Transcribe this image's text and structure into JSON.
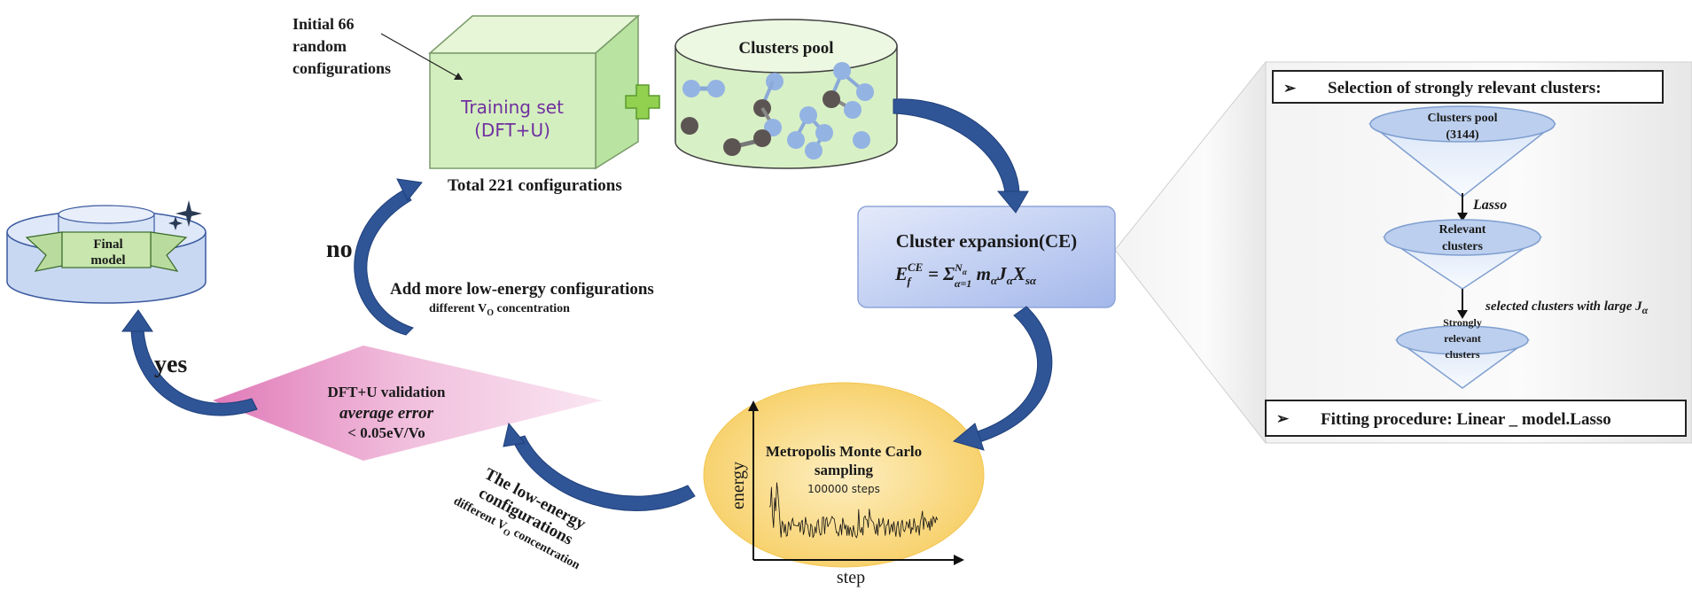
{
  "colors": {
    "box_green": "#d7f0c0",
    "box_green_dark": "#a9d88e",
    "cluster_blue": "#93b3e3",
    "cluster_dark": "#5c5452",
    "ce_blue": "#b9c9ef",
    "pink": "#e9a7cf",
    "mc_yellow": "#f9d77d",
    "arrow_blue": "#2f5597",
    "purple_text": "#7030a0"
  },
  "training": {
    "label_line1": "Training set",
    "label_line2": "(DFT+U)",
    "initial_line1": "Initial 66",
    "initial_line2": "random",
    "initial_line3": "configurations",
    "total": "Total 221 configurations"
  },
  "plus_icon": "plus-icon",
  "pool": {
    "label": "Clusters pool"
  },
  "ce": {
    "title": "Cluster expansion(CE)",
    "formula": "E_f^CE = Σ_{α=1}^{N_α} m_α J_α X_sα"
  },
  "mc": {
    "title_line1": "Metropolis Monte Carlo",
    "title_line2": "sampling",
    "steps": "100000 steps",
    "xlabel": "step",
    "ylabel": "energy"
  },
  "validation": {
    "line1": "DFT+U validation",
    "line2": "average error",
    "line3": "< 0.05eV/Vo"
  },
  "final": {
    "line1": "Final",
    "line2": "model"
  },
  "labels": {
    "no": "no",
    "yes": "yes",
    "add_more": "Add more low-energy configurations",
    "add_more_sub": "different V",
    "add_more_sub_o": "O",
    "add_more_sub_tail": " concentration",
    "low_line1": "The low-energy",
    "low_line2": "configurations",
    "low_sub": "different V",
    "low_sub_o": "O",
    "low_sub_tail": " concentration"
  },
  "panel": {
    "selection_title": "Selection of strongly relevant clusters:",
    "funnel1_line1": "Clusters pool",
    "funnel1_line2": "(3144)",
    "lasso": "Lasso",
    "funnel2_line1": "Relevant",
    "funnel2_line2": "clusters",
    "selected": "selected clusters with large J",
    "selected_sub": "α",
    "funnel3_line1": "Strongly",
    "funnel3_line2": "relevant",
    "funnel3_line3": "clusters",
    "fitting": "Fitting procedure: Linear _ model.Lasso",
    "bullet": "➢"
  }
}
